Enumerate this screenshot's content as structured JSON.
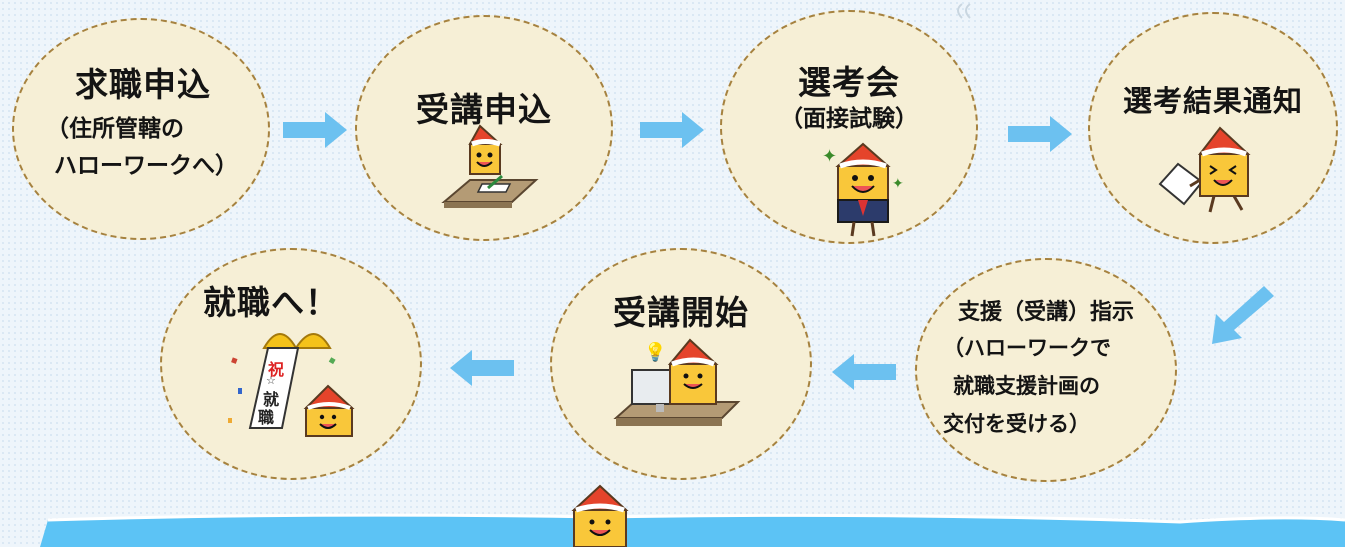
{
  "steps": {
    "s1": {
      "title": "求職申込",
      "sub1": "（住所管轄の",
      "sub2": "ハローワークへ）"
    },
    "s2": {
      "title": "受講申込"
    },
    "s3": {
      "title": "選考会",
      "sub1": "（面接試験）"
    },
    "s4": {
      "title": "選考結果通知"
    },
    "s5": {
      "title": "支援（受講）指示",
      "sub1": "（ハローワークで",
      "sub2": "就職支援計画の",
      "sub3": "交付を受ける）"
    },
    "s6": {
      "title": "受講開始"
    },
    "s7": {
      "title": "就職へ！",
      "banner1": "祝",
      "banner2": "☆",
      "banner3": "就",
      "banner4": "職"
    }
  },
  "colors": {
    "circle_fill": "#f6efd6",
    "circle_border": "#a6823f",
    "arrow": "#6cc1f0",
    "band": "#5cc3f5",
    "mascot_body": "#f9c73a",
    "mascot_hat": "#e5442b"
  }
}
